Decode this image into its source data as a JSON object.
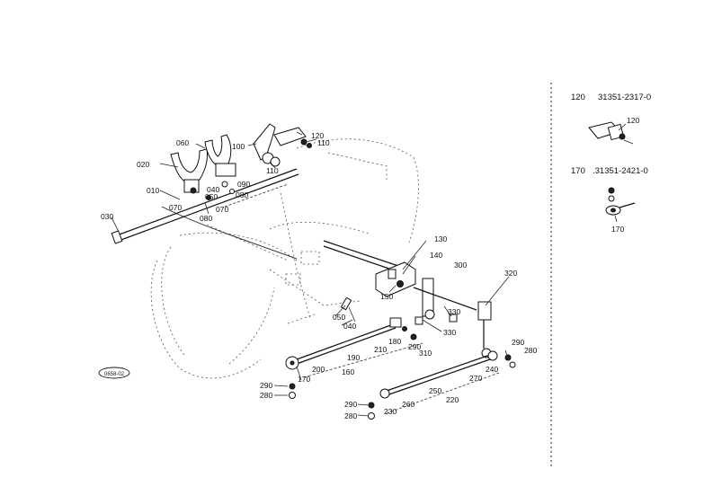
{
  "diagram": {
    "callouts": [
      {
        "id": "c010",
        "text": "010"
      },
      {
        "id": "c020",
        "text": "020"
      },
      {
        "id": "c030",
        "text": "030"
      },
      {
        "id": "c040a",
        "text": "040"
      },
      {
        "id": "c050a",
        "text": "050"
      },
      {
        "id": "c060",
        "text": "060"
      },
      {
        "id": "c070a",
        "text": "070"
      },
      {
        "id": "c070b",
        "text": "070"
      },
      {
        "id": "c080a",
        "text": "080"
      },
      {
        "id": "c080b",
        "text": "080"
      },
      {
        "id": "c090",
        "text": "090"
      },
      {
        "id": "c050b",
        "text": "050"
      },
      {
        "id": "c040b",
        "text": "040"
      },
      {
        "id": "c100",
        "text": "100"
      },
      {
        "id": "c110a",
        "text": "110"
      },
      {
        "id": "c110b",
        "text": "110"
      },
      {
        "id": "c120",
        "text": "120"
      },
      {
        "id": "c130",
        "text": "130"
      },
      {
        "id": "c140",
        "text": "140"
      },
      {
        "id": "c150",
        "text": "150"
      },
      {
        "id": "c160",
        "text": "160"
      },
      {
        "id": "c170",
        "text": "170"
      },
      {
        "id": "c180",
        "text": "180"
      },
      {
        "id": "c190",
        "text": "190"
      },
      {
        "id": "c200",
        "text": "200"
      },
      {
        "id": "c210",
        "text": "210"
      },
      {
        "id": "c220",
        "text": "220"
      },
      {
        "id": "c230",
        "text": "230"
      },
      {
        "id": "c240",
        "text": "240"
      },
      {
        "id": "c250",
        "text": "250"
      },
      {
        "id": "c260",
        "text": "260"
      },
      {
        "id": "c270",
        "text": "270"
      },
      {
        "id": "c280a",
        "text": "280"
      },
      {
        "id": "c280b",
        "text": "280"
      },
      {
        "id": "c280c",
        "text": "280"
      },
      {
        "id": "c290a",
        "text": "290"
      },
      {
        "id": "c290b",
        "text": "290"
      },
      {
        "id": "c290c",
        "text": "290"
      },
      {
        "id": "c290d",
        "text": "290"
      },
      {
        "id": "c300",
        "text": "300"
      },
      {
        "id": "c310",
        "text": "310"
      },
      {
        "id": "c320",
        "text": "320"
      },
      {
        "id": "c330a",
        "text": "330"
      },
      {
        "id": "c330b",
        "text": "330"
      }
    ],
    "stamp": "0658-02"
  },
  "side_panel": {
    "entries": [
      {
        "ref": "120",
        "part_number": "31351-2317-0",
        "callout": "120"
      },
      {
        "ref": "170",
        "part_number": ".31351-2421-0",
        "callout": "170"
      }
    ]
  }
}
